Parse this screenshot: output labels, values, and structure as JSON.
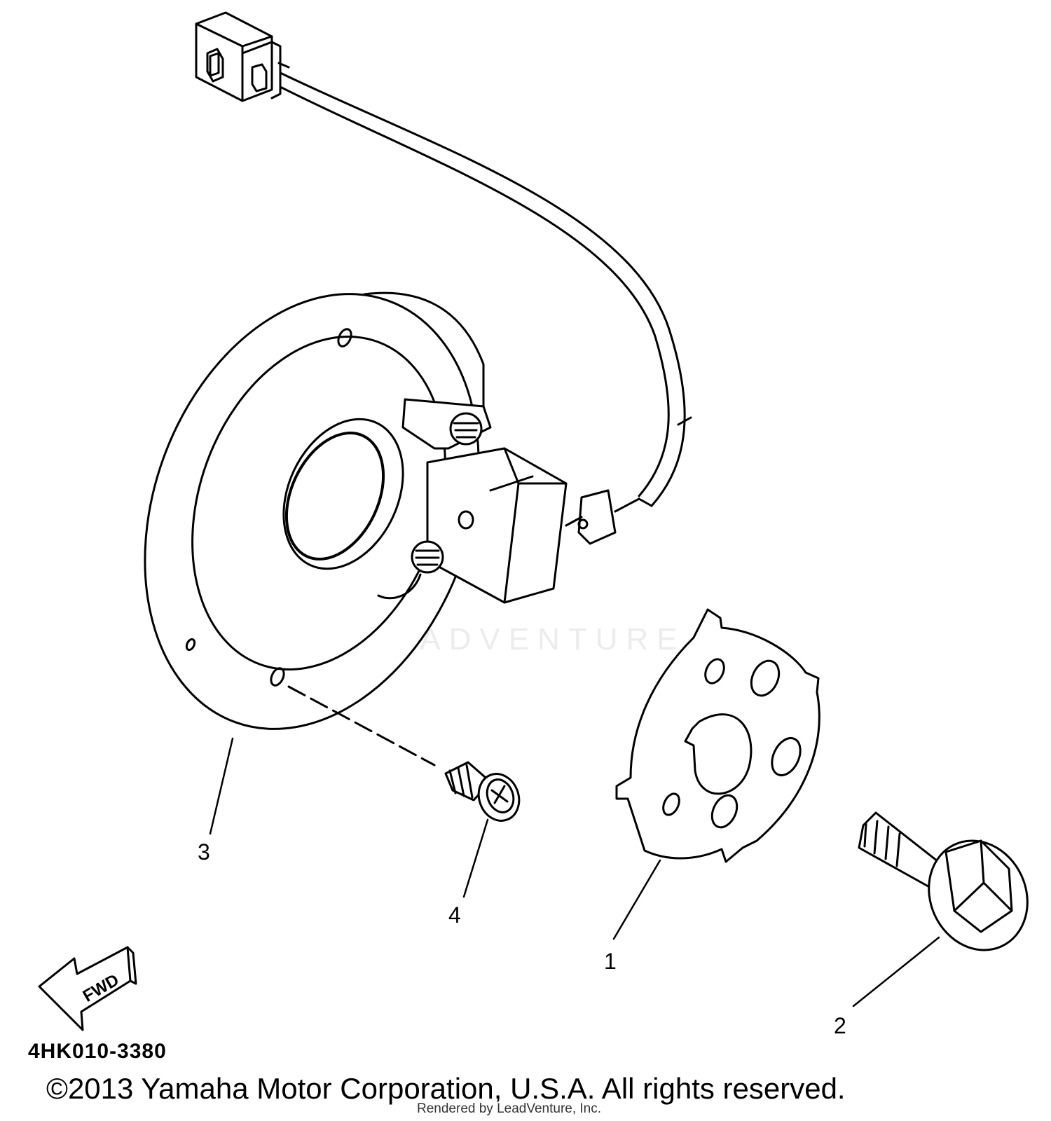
{
  "diagram": {
    "callouts": [
      "1",
      "2",
      "3",
      "4"
    ],
    "fwd_arrow_label": "FWD",
    "diagram_code": "4HK010-3380",
    "copyright": "©2013 Yamaha Motor Corporation, U.S.A. All rights reserved.",
    "watermark": "LEADVENTURE",
    "rendered_by": "Rendered by LeadVenture, Inc."
  }
}
